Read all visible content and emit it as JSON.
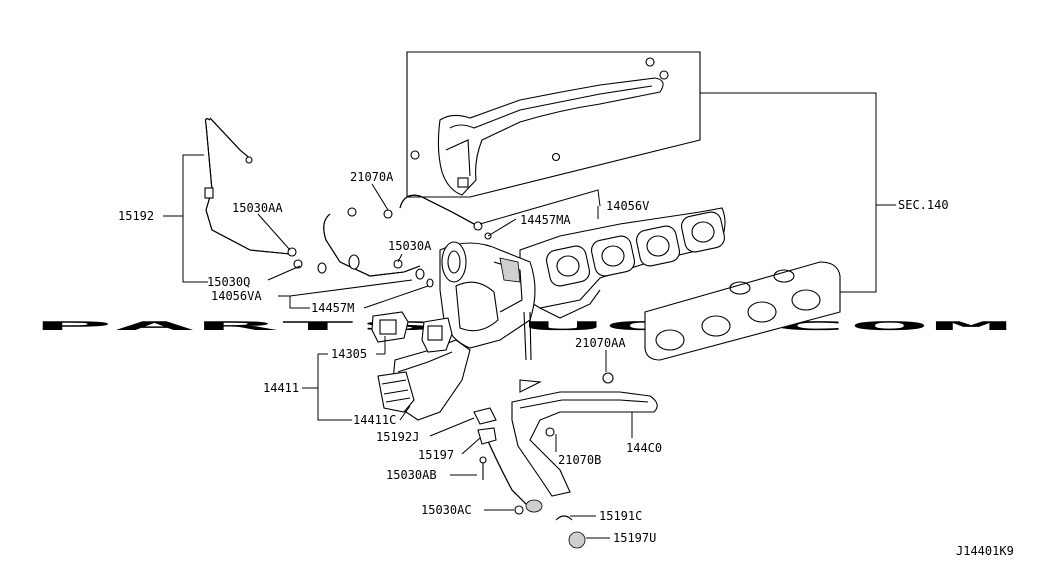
{
  "diagram": {
    "code": "J14401K9",
    "watermark": "PARTSOUQ.COM",
    "labels": {
      "p15192": "15192",
      "p15030AA": "15030AA",
      "p21070A": "21070A",
      "p15030A": "15030A",
      "p15030Q": "15030Q",
      "p14056VA": "14056VA",
      "p14457M": "14457M",
      "p14056V": "14056V",
      "p14457MA": "14457MA",
      "pSEC140": "SEC.140",
      "p14305": "14305",
      "p14411": "14411",
      "p14411C": "14411C",
      "p21070AA": "21070AA",
      "p15192J": "15192J",
      "p15197": "15197",
      "p21070B": "21070B",
      "p144C0": "144C0",
      "p15030AB": "15030AB",
      "p15030AC": "15030AC",
      "p15191C": "15191C",
      "p15197U": "15197U"
    }
  }
}
